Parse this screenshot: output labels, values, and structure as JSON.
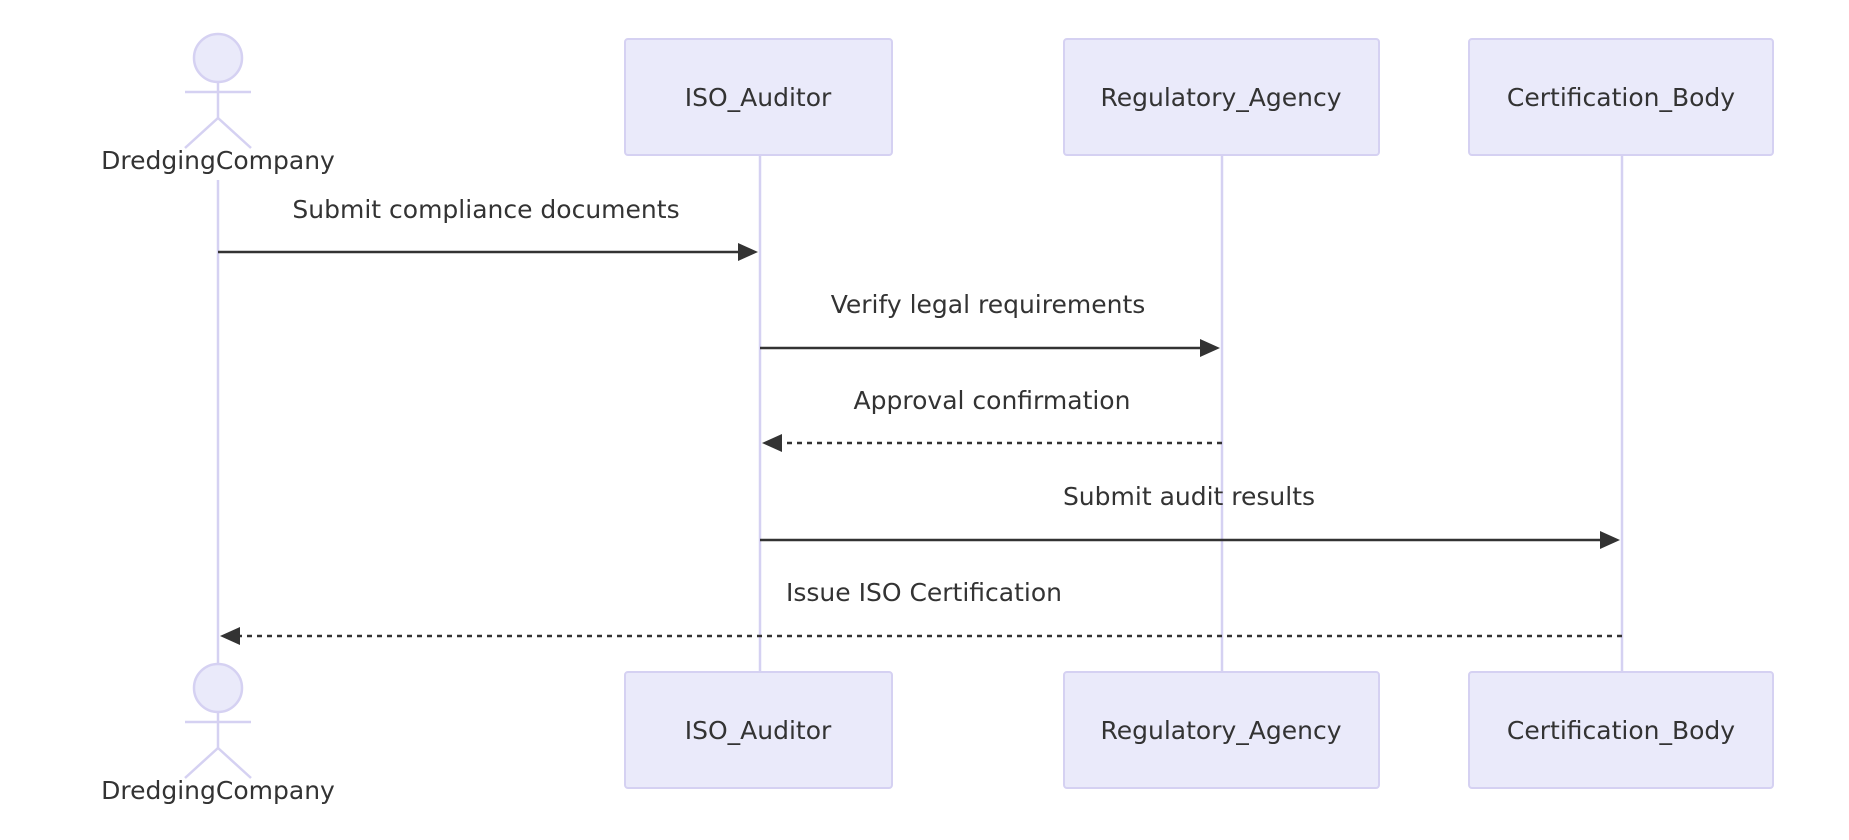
{
  "diagram": {
    "actor": {
      "name": "DredgingCompany"
    },
    "participants": [
      {
        "id": "iso",
        "name": "ISO_Auditor"
      },
      {
        "id": "reg",
        "name": "Regulatory_Agency"
      },
      {
        "id": "cert",
        "name": "Certification_Body"
      }
    ],
    "messages": [
      {
        "from": "company",
        "to": "iso",
        "label": "Submit compliance documents",
        "style": "solid"
      },
      {
        "from": "iso",
        "to": "reg",
        "label": "Verify legal requirements",
        "style": "solid"
      },
      {
        "from": "reg",
        "to": "iso",
        "label": "Approval confirmation",
        "style": "dotted"
      },
      {
        "from": "iso",
        "to": "cert",
        "label": "Submit audit results",
        "style": "solid"
      },
      {
        "from": "cert",
        "to": "company",
        "label": "Issue ISO Certification",
        "style": "dotted"
      }
    ],
    "colors": {
      "box_fill": "#eaeafa",
      "box_stroke": "#d5d1f2",
      "text": "#333333",
      "arrow": "#333333"
    }
  }
}
